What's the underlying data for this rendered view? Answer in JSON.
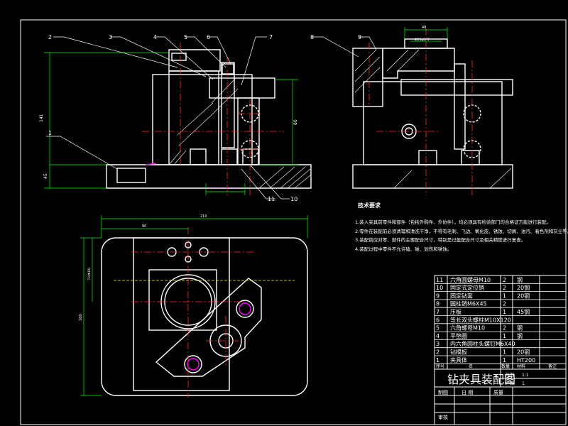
{
  "balloons": [
    "1",
    "2",
    "3",
    "4",
    "5",
    "6",
    "7",
    "8",
    "9",
    "10",
    "11"
  ],
  "dimensions": {
    "front_height": "141",
    "front_base": "45",
    "front_right_height": "86",
    "side_top_width": "48",
    "side_top_inner": "Φ24g6/f7",
    "plan_width": "210",
    "plan_inner": "90",
    "plan_left": "70(Φ18)",
    "plan_height": "160"
  },
  "notes": {
    "title": "技术要求",
    "lines": [
      "1.装入夹具前零件和部件（包括外购件、外协件），均必须具有检验部门的合格证方能进行装配。",
      "2.零件在装配前必须清理和清洗干净，不得有毛刺、飞边、氧化皮、锈蚀、切屑、油污、着色剂和灰尘等。",
      "3.装配前应对零、部件的主要配合尺寸，特别是过盈配合尺寸及相关精度进行复查。",
      "4.装配过程中零件不允许磕、碰、划伤和锈蚀。"
    ]
  },
  "bom": {
    "rows": [
      {
        "no": "11",
        "name": "六角圆螺母M10",
        "qty": "2",
        "material": "钢"
      },
      {
        "no": "10",
        "name": "固定式定位销",
        "qty": "2",
        "material": "20钢"
      },
      {
        "no": "9",
        "name": "固定钻套",
        "qty": "1",
        "material": "20钢"
      },
      {
        "no": "8",
        "name": "圆柱销M6X45",
        "qty": "2",
        "material": ""
      },
      {
        "no": "7",
        "name": "压板",
        "qty": "1",
        "material": "45钢"
      },
      {
        "no": "6",
        "name": "等长双头螺柱M10X120",
        "qty": "",
        "material": ""
      },
      {
        "no": "5",
        "name": "六角螺母M10",
        "qty": "2",
        "material": "钢"
      },
      {
        "no": "4",
        "name": "平垫圈",
        "qty": "1",
        "material": "钢"
      },
      {
        "no": "3",
        "name": "内六角圆柱头螺钉M6X40",
        "qty": "",
        "material": ""
      },
      {
        "no": "2",
        "name": "钻模板",
        "qty": "1",
        "material": "20钢"
      },
      {
        "no": "1",
        "name": "夹具体",
        "qty": "1",
        "material": "HT200"
      }
    ],
    "header": {
      "no": "序号",
      "name": "名",
      "qty": "数量",
      "material": "材料",
      "note": "备注"
    },
    "title": "钻夹具装配图",
    "scale_label": "比例",
    "scale_value": "1:1",
    "sheet_label": "件数",
    "sheet_value": "1",
    "drawn": "制图",
    "checked": "审核",
    "date_label": "日  期",
    "weight_label": "质量"
  },
  "colors": {
    "line": "#ffffff",
    "center": "#ff3030",
    "hidden": "#ffff00",
    "dim": "#00ff00",
    "part": "#ff00ff",
    "background": "#000000"
  }
}
